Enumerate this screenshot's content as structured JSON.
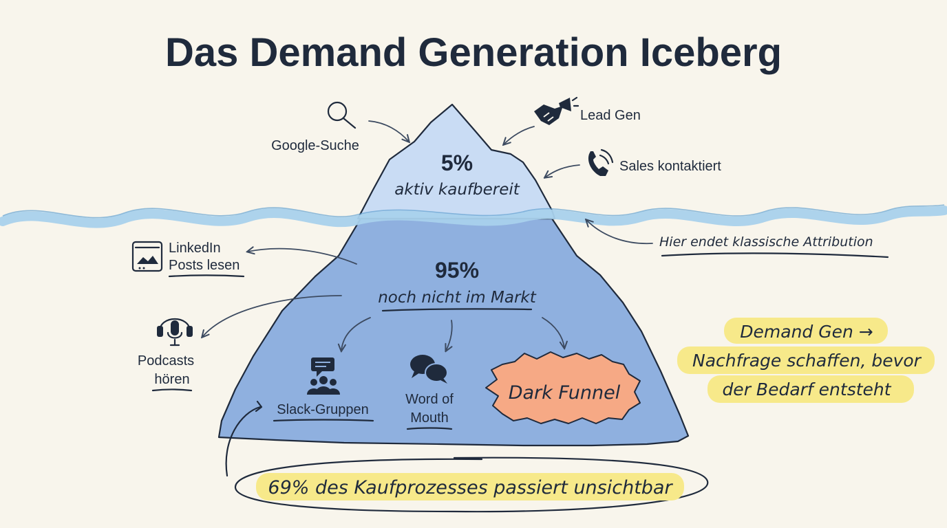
{
  "title": "Das Demand Generation Iceberg",
  "tip": {
    "percent": "5%",
    "caption": "aktiv kaufbereit"
  },
  "body": {
    "percent": "95%",
    "caption": "noch nicht im Markt"
  },
  "above_labels": {
    "google": "Google-Suche",
    "lead_gen": "Lead Gen",
    "sales": "Sales kontaktiert"
  },
  "waterline_note": "Hier endet klassische Attribution",
  "side_labels": {
    "linkedin_line1": "LinkedIn",
    "linkedin_line2": "Posts lesen",
    "podcasts_line1": "Podcasts",
    "podcasts_line2": "hören"
  },
  "inside_labels": {
    "slack": "Slack-Gruppen",
    "wom_line1": "Word of",
    "wom_line2": "Mouth",
    "dark_funnel": "Dark Funnel"
  },
  "definition": {
    "line1": "Demand Gen →",
    "line2": "Nachfrage schaffen, bevor",
    "line3": "der Bedarf entsteht"
  },
  "bottom_note": "69% des Kaufprozesses passiert unsichtbar",
  "colors": {
    "background": "#f8f5ec",
    "ice_above": "#c9dcf4",
    "ice_below": "#8fb0df",
    "water": "#a9d1ec",
    "highlight": "#f7e98a",
    "dark_funnel": "#f6a985",
    "ink": "#1f2a3c"
  },
  "icons": {
    "google": "magnifier-icon",
    "lead_gen": "handshake-megaphone-icon",
    "sales": "phone-icon",
    "linkedin": "post-window-icon",
    "podcasts": "headset-icon",
    "slack": "group-chat-icon",
    "word_of_mouth": "speech-bubbles-icon"
  }
}
